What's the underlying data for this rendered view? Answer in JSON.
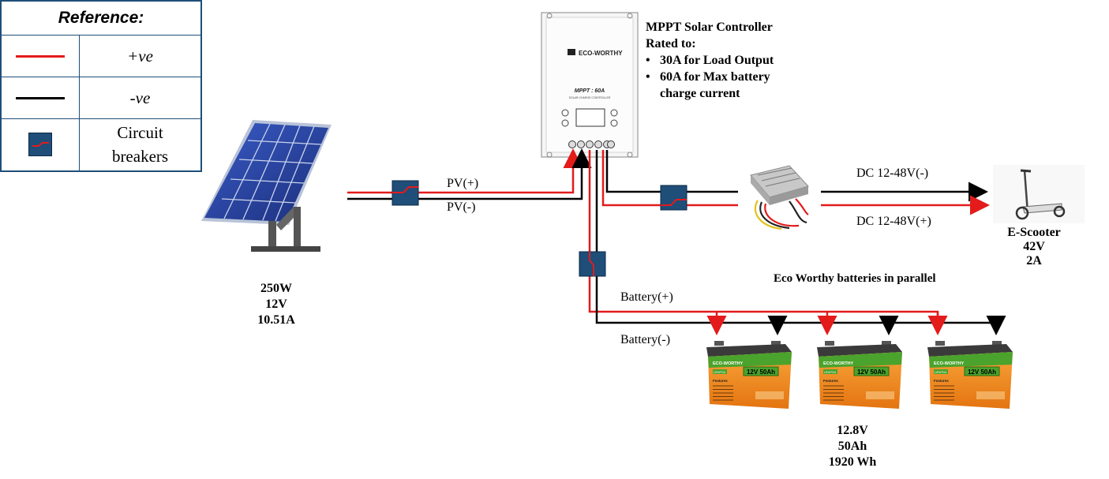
{
  "legend": {
    "title": "Reference:",
    "rows": [
      {
        "symbol": "red-line",
        "label": "+ve",
        "color": "#e31b1b"
      },
      {
        "symbol": "black-line",
        "label": "-ve",
        "color": "#000000"
      },
      {
        "symbol": "breaker",
        "label_line1": "Circuit",
        "label_line2": "breakers",
        "color": "#1f4e79"
      }
    ]
  },
  "solar_panel": {
    "lines": [
      "250W",
      "12V",
      "10.51A"
    ]
  },
  "controller": {
    "brand": "ECO-WORTHY",
    "model": "MPPT : 60A",
    "subtitle": "SOLAR CHARGE CONTROLLER",
    "title_line1": "MPPT Solar Controller",
    "title_line2": "Rated to:",
    "bullets": [
      "30A for Load Output",
      "60A for Max battery",
      "charge current"
    ]
  },
  "wires": {
    "pv_pos": "PV(+)",
    "pv_neg": "PV(-)",
    "battery_pos": "Battery(+)",
    "battery_neg": "Battery(-)",
    "dc_neg": "DC 12-48V(-)",
    "dc_pos": "DC 12-48V(+)"
  },
  "scooter": {
    "lines": [
      "E-Scooter",
      "42V",
      "2A"
    ]
  },
  "batteries": {
    "title": "Eco Worthy  batteries in parallel",
    "brand": "ECO-WORTHY",
    "badge": "12V 50Ah",
    "chem": "LiFePO4",
    "features": "Features",
    "lines": [
      "12.8V",
      "50Ah",
      "1920 Wh"
    ]
  },
  "colors": {
    "positive": "#e31b1b",
    "negative": "#000000",
    "breaker": "#1f4e79",
    "battery_orange": "#f08a1e",
    "battery_green": "#4aa32c"
  }
}
